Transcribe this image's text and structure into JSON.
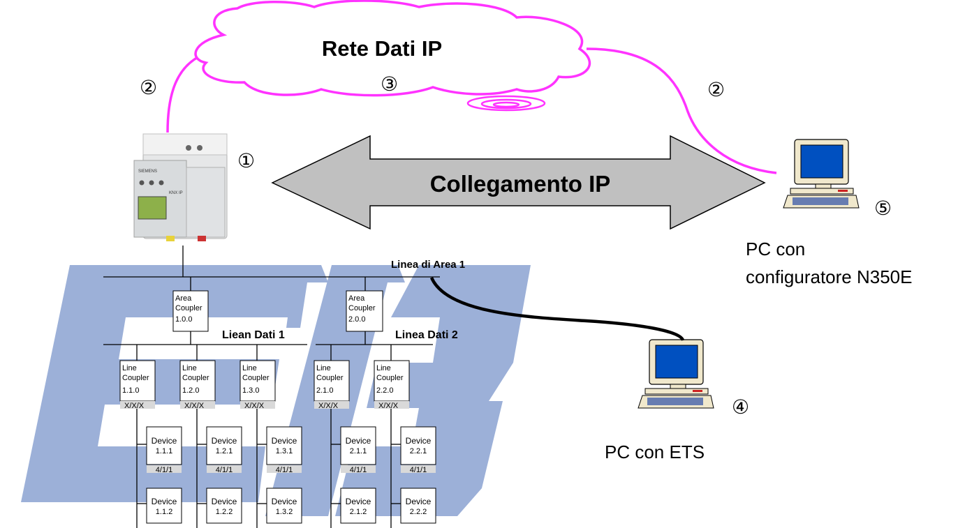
{
  "cloud_label": "Rete Dati IP",
  "link_label": "Collegamento IP",
  "markers": {
    "m1": "①",
    "m2a": "②",
    "m2b": "②",
    "m3": "③",
    "m4": "④",
    "m5": "⑤"
  },
  "pc_n350e": {
    "line1": "PC con",
    "line2": "configuratore N350E"
  },
  "pc_ets": {
    "label": "PC con ETS"
  },
  "gateway": {
    "brand": "SIEMENS",
    "model": "KNX IP"
  },
  "area_line_label": "Linea di Area 1",
  "area_couplers": [
    {
      "l1": "Area",
      "l2": "Coupler",
      "addr": "1.0.0"
    },
    {
      "l1": "Area",
      "l2": "Coupler",
      "addr": "2.0.0"
    }
  ],
  "data_lines": [
    "Liean Dati 1",
    "Linea Dati 2"
  ],
  "line_couplers": [
    {
      "l1": "Line",
      "l2": "Coupler",
      "addr": "1.1.0",
      "tag": "X/X/X"
    },
    {
      "l1": "Line",
      "l2": "Coupler",
      "addr": "1.2.0",
      "tag": "X/X/X"
    },
    {
      "l1": "Line",
      "l2": "Coupler",
      "addr": "1.3.0",
      "tag": "X/X/X"
    },
    {
      "l1": "Line",
      "l2": "Coupler",
      "addr": "2.1.0",
      "tag": "X/X/X"
    },
    {
      "l1": "Line",
      "l2": "Coupler",
      "addr": "2.2.0",
      "tag": "X/X/X"
    }
  ],
  "devices_row1": [
    {
      "label": "Device",
      "addr": "1.1.1",
      "group": "4/1/1"
    },
    {
      "label": "Device",
      "addr": "1.2.1",
      "group": "4/1/1"
    },
    {
      "label": "Device",
      "addr": "1.3.1",
      "group": "4/1/1"
    },
    {
      "label": "Device",
      "addr": "2.1.1",
      "group": "4/1/1"
    },
    {
      "label": "Device",
      "addr": "2.2.1",
      "group": "4/1/1"
    }
  ],
  "devices_row2": [
    {
      "label": "Device",
      "addr": "1.1.2"
    },
    {
      "label": "Device",
      "addr": "1.2.2"
    },
    {
      "label": "Device",
      "addr": "1.3.2"
    },
    {
      "label": "Device",
      "addr": "2.1.2"
    },
    {
      "label": "Device",
      "addr": "2.2.2"
    }
  ],
  "colors": {
    "ip_line": "#ff33ff",
    "cloud_fill": "#ffffff",
    "arrow_fill": "#c0c0c0",
    "eib_logo": "#9cb0d8",
    "pc_screen": "#0050c0",
    "pc_body": "#f0e8cc"
  },
  "icons": [
    "cloud-icon",
    "knx-ip-gateway-icon",
    "desktop-pc-icon",
    "eib-logo-icon",
    "double-arrow-icon"
  ]
}
